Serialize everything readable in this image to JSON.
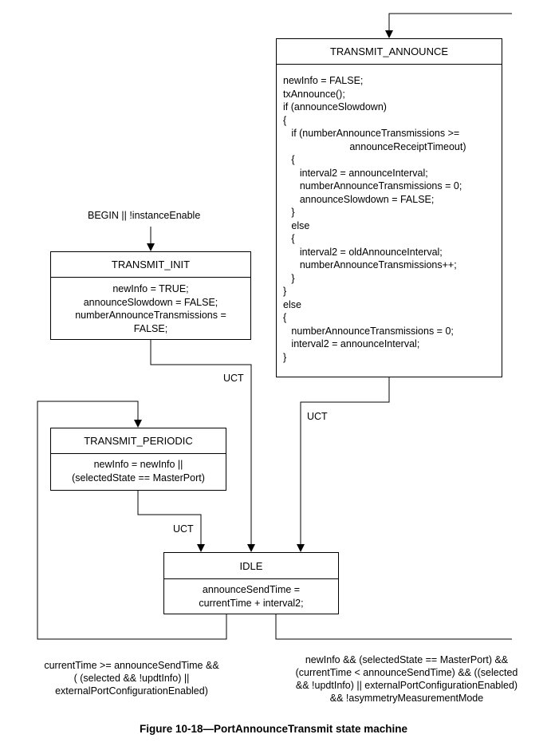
{
  "figure_caption": "Figure 10-18—PortAnnounceTransmit state machine",
  "states": {
    "transmit_announce": {
      "title": "TRANSMIT_ANNOUNCE",
      "body": "newInfo = FALSE;\ntxAnnounce();\nif (announceSlowdown)\n{\n   if (numberAnnounceTransmissions >=\n                        announceReceiptTimeout)\n   {\n      interval2 = announceInterval;\n      numberAnnounceTransmissions = 0;\n      announceSlowdown = FALSE;\n   }\n   else\n   {\n      interval2 = oldAnnounceInterval;\n      numberAnnounceTransmissions++;\n   }\n}\nelse\n{\n   numberAnnounceTransmissions = 0;\n   interval2 = announceInterval;\n}"
    },
    "transmit_init": {
      "title": "TRANSMIT_INIT",
      "body": "newInfo = TRUE;\nannounceSlowdown = FALSE;\nnumberAnnounceTransmissions =\nFALSE;"
    },
    "transmit_periodic": {
      "title": "TRANSMIT_PERIODIC",
      "body": "newInfo = newInfo ||\n(selectedState == MasterPort)"
    },
    "idle": {
      "title": "IDLE",
      "body": "announceSendTime =\ncurrentTime + interval2;"
    }
  },
  "transitions": {
    "begin_condition": "BEGIN || !instanceEnable",
    "init_to_idle": "UCT",
    "announce_to_idle": "UCT",
    "periodic_to_idle": "UCT",
    "idle_to_periodic_condition": "currentTime >= announceSendTime &&\n( (selected && !updtInfo) ||\nexternalPortConfigurationEnabled)",
    "idle_to_announce_condition": "newInfo && (selectedState == MasterPort) &&\n(currentTime < announceSendTime) && ((selected\n&& !updtInfo) || externalPortConfigurationEnabled)\n&& !asymmetryMeasurementMode"
  }
}
